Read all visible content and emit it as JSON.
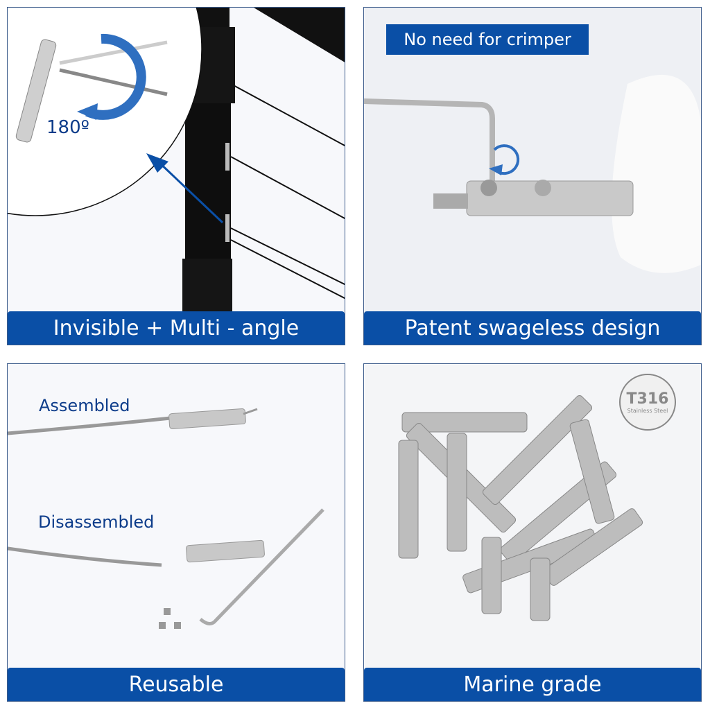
{
  "panels": [
    {
      "caption": "Invisible + Multi - angle",
      "rotation_label": "180º"
    },
    {
      "caption": "Patent swageless design",
      "tag": "No need for crimper"
    },
    {
      "caption": "Reusable",
      "labels": [
        "Assembled",
        "Disassembled"
      ]
    },
    {
      "caption": "Marine grade",
      "badge": {
        "title": "T316",
        "subtitle": "Stainless Steel"
      }
    }
  ],
  "colors": {
    "accent": "#0a4fa6",
    "label": "#0d3c8a"
  }
}
